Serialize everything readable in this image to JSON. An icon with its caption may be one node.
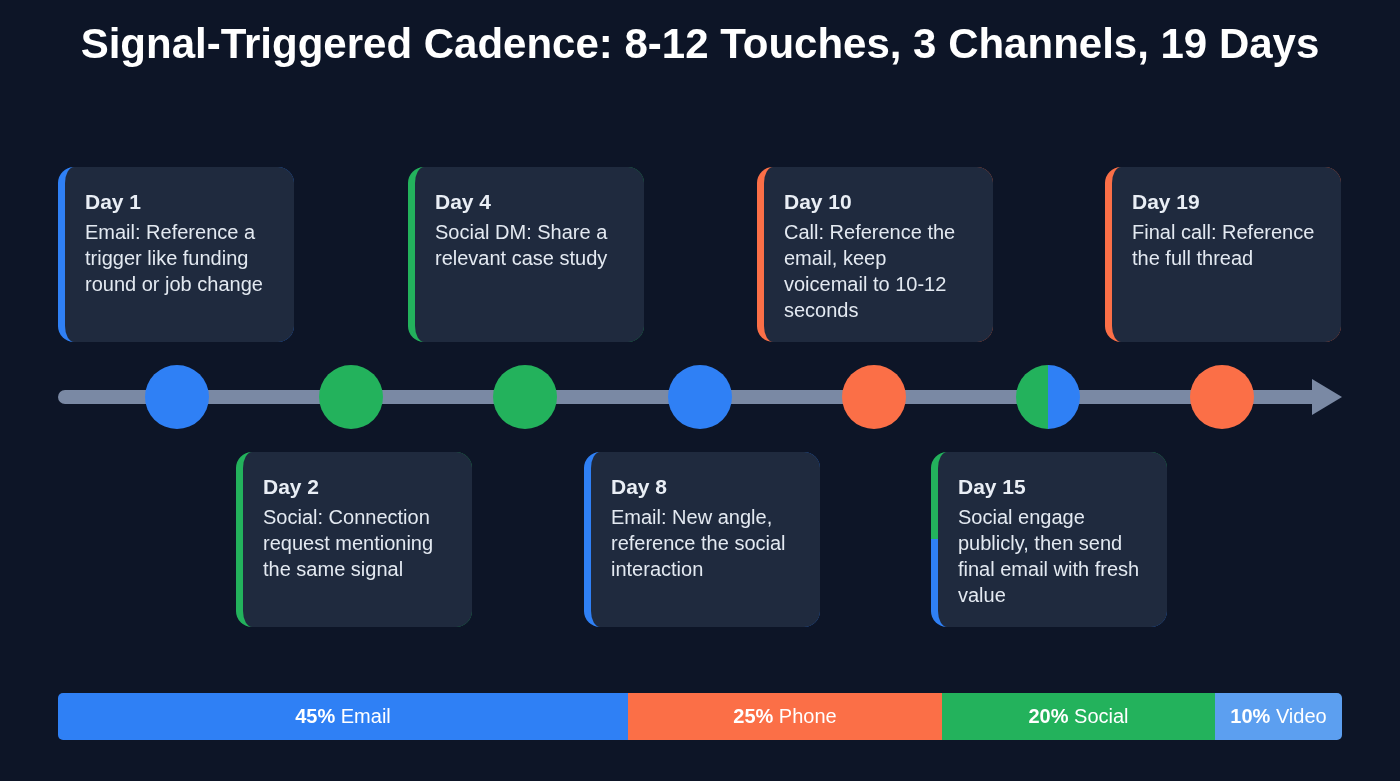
{
  "diagram": {
    "title": "Signal-Triggered Cadence: 8-12 Touches, 3 Channels, 19 Days",
    "nodes": [
      {
        "text": [
          "Day 1",
          "Email: Reference a trigger like funding round or job change"
        ]
      },
      {
        "text": [
          "Day 4",
          "Social DM: Share a relevant case study"
        ]
      },
      {
        "text": [
          "Day 10",
          "Call: Reference the email, keep voicemail to 10-12 seconds"
        ]
      },
      {
        "text": [
          "Day 19",
          "Final call: Reference the full thread"
        ]
      },
      {
        "text": [],
        "shape": "circle"
      },
      {
        "text": [],
        "shape": "circle"
      },
      {
        "text": [],
        "shape": "circle"
      },
      {
        "text": [],
        "shape": "circle"
      },
      {
        "text": [],
        "shape": "circle"
      },
      {
        "text": [],
        "shape": "circle"
      },
      {
        "text": [],
        "shape": "circle"
      },
      {
        "text": [
          "Day 2",
          "Social: Connection request mentioning the same signal"
        ]
      },
      {
        "text": [
          "Day 8",
          "Email: New angle, reference the social interaction"
        ]
      },
      {
        "text": [
          "Day 15",
          "Social engage publicly, then send final email with fresh value"
        ]
      }
    ],
    "labels": [
      "**45%** Email",
      "**25%** Phone",
      "**20%** Social",
      "**10%** Video"
    ]
  }
}
